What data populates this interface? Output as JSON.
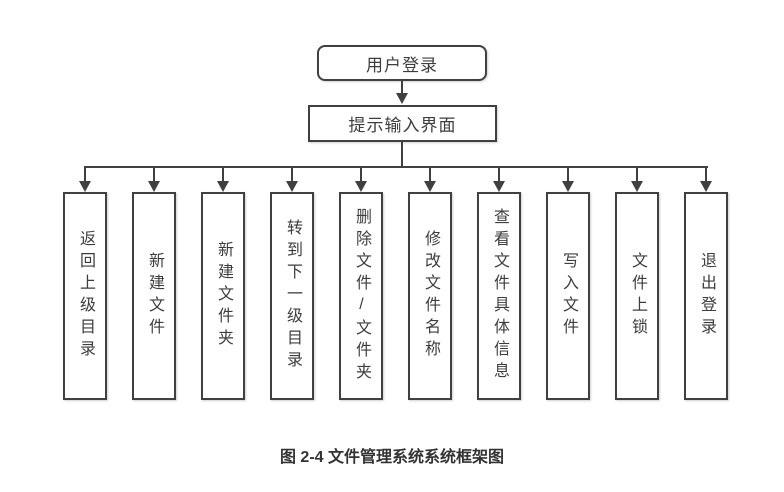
{
  "diagram": {
    "top_node": "用户登录",
    "second_node": "提示输入界面",
    "leaf_nodes": [
      "返回上级目录",
      "新建文件",
      "新建文件夹",
      "转到下一级目录",
      "删除文件/文件夹",
      "修改文件名称",
      "查看文件具体信息",
      "写入文件",
      "文件上锁",
      "退出登录"
    ],
    "caption": "图 2-4 文件管理系统系统框架图",
    "colors": {
      "line": "#404040",
      "text": "#3d3d3d",
      "background": "#ffffff"
    }
  }
}
